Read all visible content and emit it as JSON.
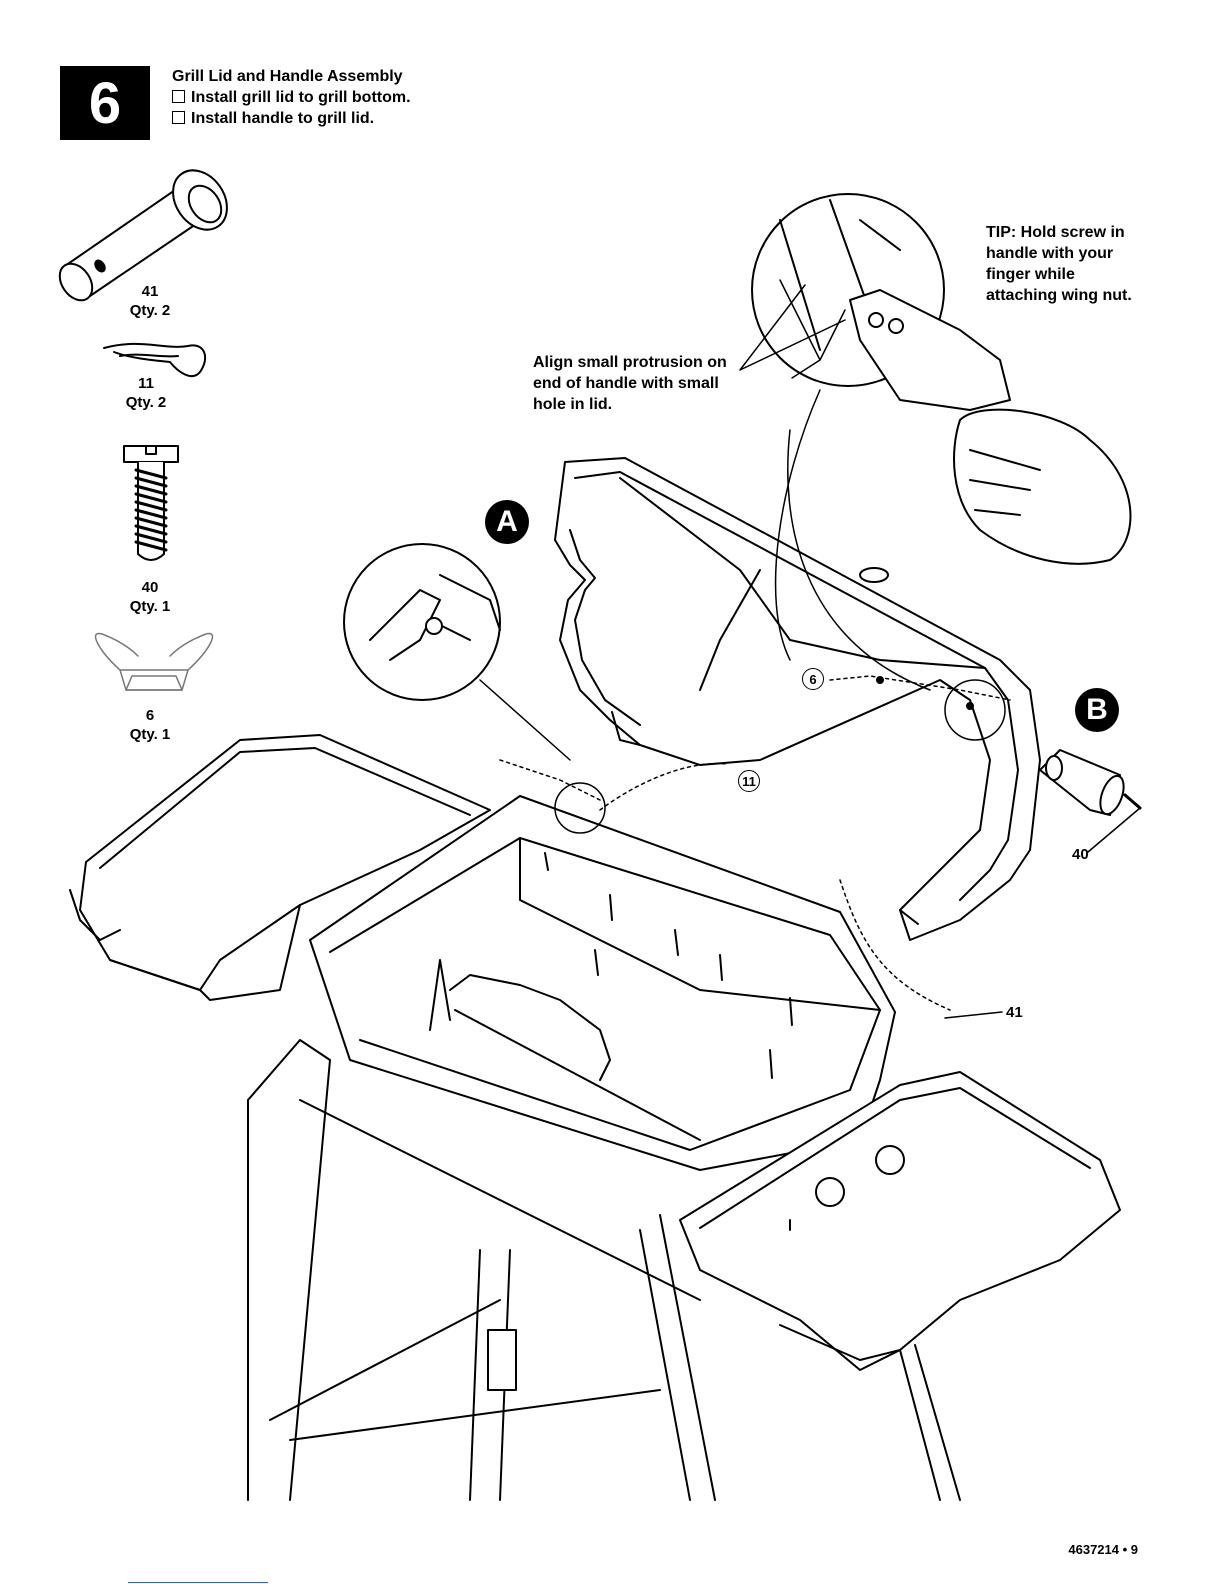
{
  "step": {
    "number": "6",
    "title": "Grill Lid and Handle Assembly",
    "tasks": [
      "Install grill lid to grill bottom.",
      "Install handle to grill lid."
    ]
  },
  "parts": [
    {
      "id": "41",
      "qty": "Qty. 2",
      "icon": "clevis-pin-icon"
    },
    {
      "id": "11",
      "qty": "Qty. 2",
      "icon": "cotter-pin-icon"
    },
    {
      "id": "40",
      "qty": "Qty. 1",
      "icon": "screw-icon"
    },
    {
      "id": "6",
      "qty": "Qty. 1",
      "icon": "wing-nut-icon"
    }
  ],
  "notes": {
    "tip": [
      "TIP: Hold screw in",
      "handle with your",
      "finger while",
      "attaching wing nut."
    ],
    "align": [
      "Align small protrusion on",
      "end of handle with small",
      "hole in lid."
    ]
  },
  "badges": {
    "a": "A",
    "b": "B"
  },
  "callouts": {
    "pin_lower": "41",
    "cotter": "11",
    "wingnut": "6",
    "screw": "40"
  },
  "footer": "4637214 • 9"
}
